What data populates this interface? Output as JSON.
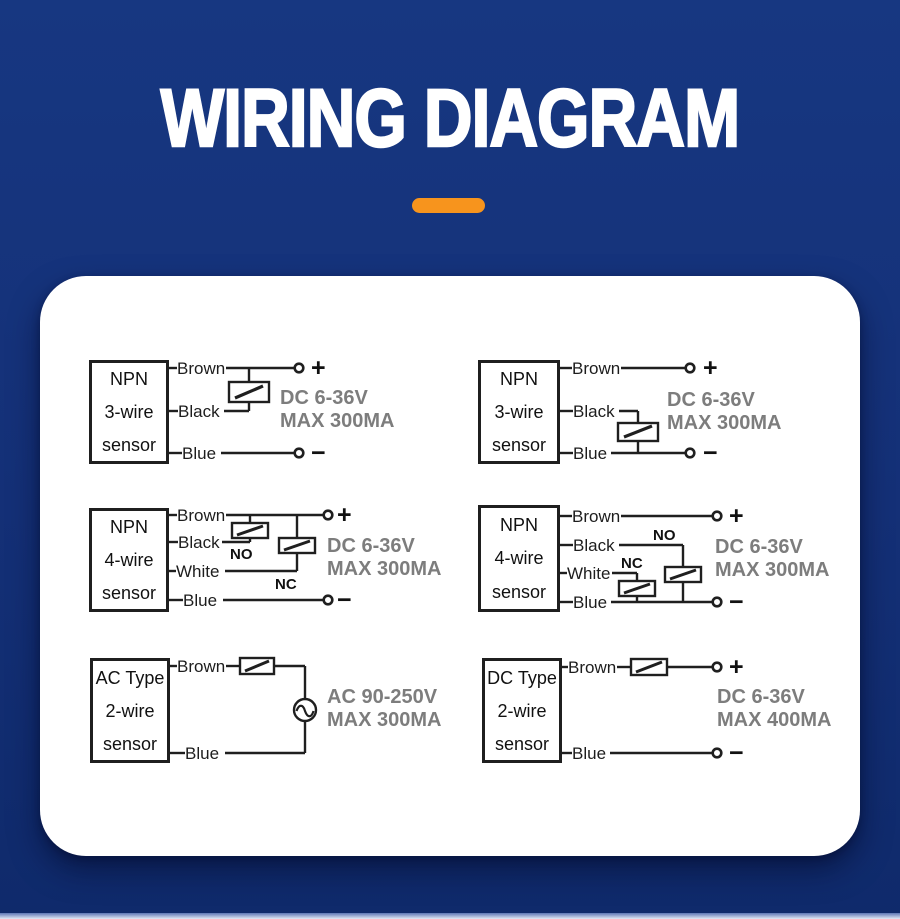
{
  "header": {
    "title": "WIRING DIAGRAM"
  },
  "colors": {
    "background": "#143077",
    "accent": "#f7941d",
    "card": "#ffffff",
    "wire": "#1f1f1f",
    "spec_text": "#7d7d7d"
  },
  "diagrams": [
    {
      "box": [
        "NPN",
        "3-wire",
        "sensor"
      ],
      "wires": {
        "brown": "Brown",
        "black": "Black",
        "blue": "Blue"
      },
      "spec": [
        "DC 6-36V",
        "MAX 300MA"
      ],
      "plus": "+",
      "minus": "−"
    },
    {
      "box": [
        "NPN",
        "3-wire",
        "sensor"
      ],
      "wires": {
        "brown": "Brown",
        "black": "Black",
        "blue": "Blue"
      },
      "spec": [
        "DC 6-36V",
        "MAX 300MA"
      ],
      "plus": "+",
      "minus": "−"
    },
    {
      "box": [
        "NPN",
        "4-wire",
        "sensor"
      ],
      "wires": {
        "brown": "Brown",
        "black": "Black",
        "white": "White",
        "blue": "Blue"
      },
      "contacts": {
        "no": "NO",
        "nc": "NC"
      },
      "spec": [
        "DC 6-36V",
        "MAX 300MA"
      ],
      "plus": "+",
      "minus": "−"
    },
    {
      "box": [
        "NPN",
        "4-wire",
        "sensor"
      ],
      "wires": {
        "brown": "Brown",
        "black": "Black",
        "white": "White",
        "blue": "Blue"
      },
      "contacts": {
        "no": "NO",
        "nc": "NC"
      },
      "spec": [
        "DC 6-36V",
        "MAX 300MA"
      ],
      "plus": "+",
      "minus": "−"
    },
    {
      "box": [
        "AC Type",
        "2-wire",
        "sensor"
      ],
      "wires": {
        "brown": "Brown",
        "blue": "Blue"
      },
      "spec": [
        "AC 90-250V",
        "MAX 300MA"
      ]
    },
    {
      "box": [
        "DC Type",
        "2-wire",
        "sensor"
      ],
      "wires": {
        "brown": "Brown",
        "blue": "Blue"
      },
      "spec": [
        "DC 6-36V",
        "MAX 400MA"
      ],
      "plus": "+",
      "minus": "−"
    }
  ]
}
